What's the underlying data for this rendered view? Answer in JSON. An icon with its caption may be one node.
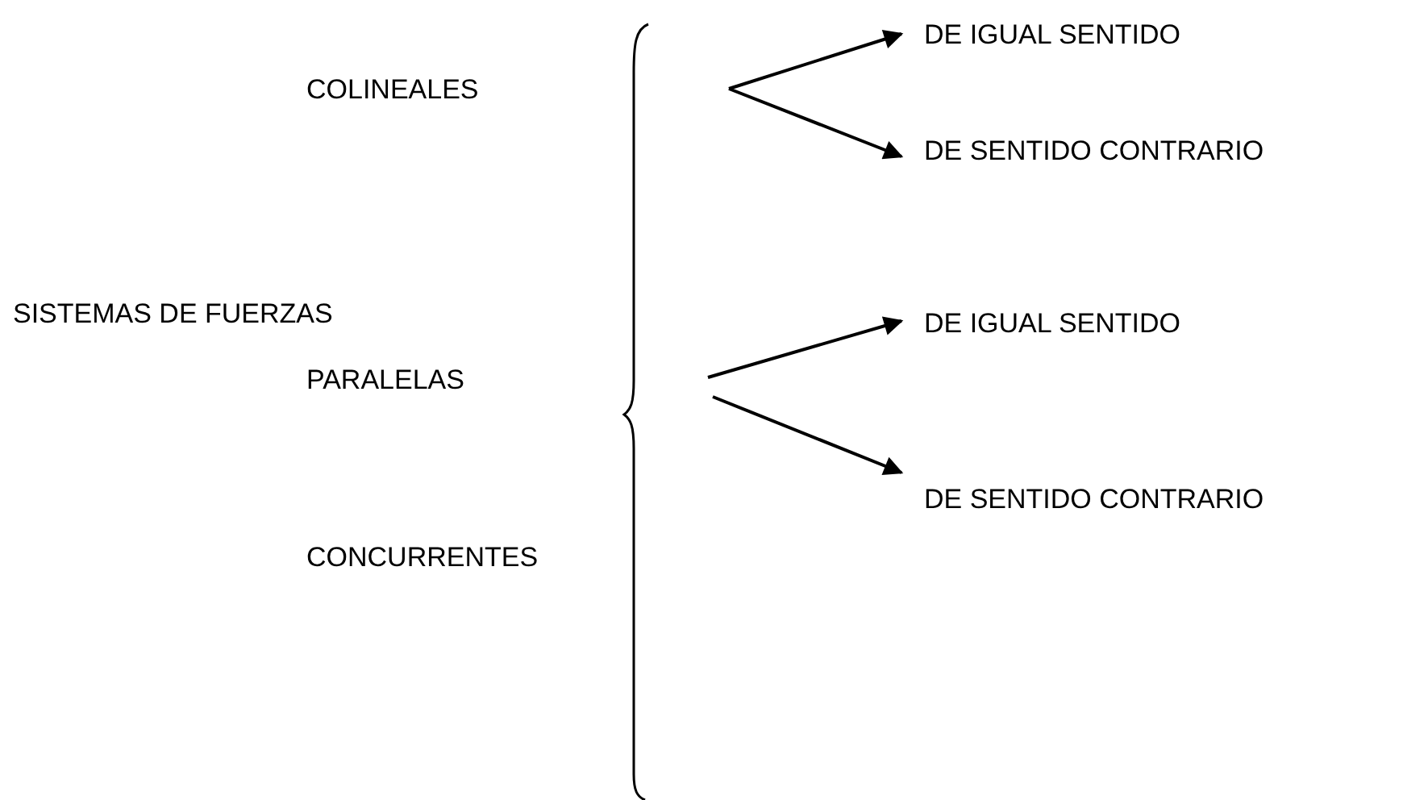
{
  "diagram": {
    "nodes": [
      {
        "text": [
          "SISTEMAS DE FUERZAS"
        ]
      },
      {
        "text": [
          "COLINEALES"
        ]
      },
      {
        "text": [
          "PARALELAS"
        ]
      },
      {
        "text": [
          "CONCURRENTES"
        ]
      },
      {
        "text": [
          "DE IGUAL SENTIDO"
        ]
      },
      {
        "text": [
          "DE SENTIDO CONTRARIO"
        ]
      },
      {
        "text": [
          "DE IGUAL SENTIDO"
        ]
      },
      {
        "text": [
          "DE SENTIDO CONTRARIO"
        ]
      }
    ],
    "edges": [
      {
        "from": null,
        "to": 4,
        "arrow": "to"
      },
      {
        "from": null,
        "to": 5,
        "arrow": "to"
      },
      {
        "from": null,
        "to": 6,
        "arrow": "to"
      },
      {
        "from": null,
        "to": 7,
        "arrow": "to"
      }
    ]
  }
}
